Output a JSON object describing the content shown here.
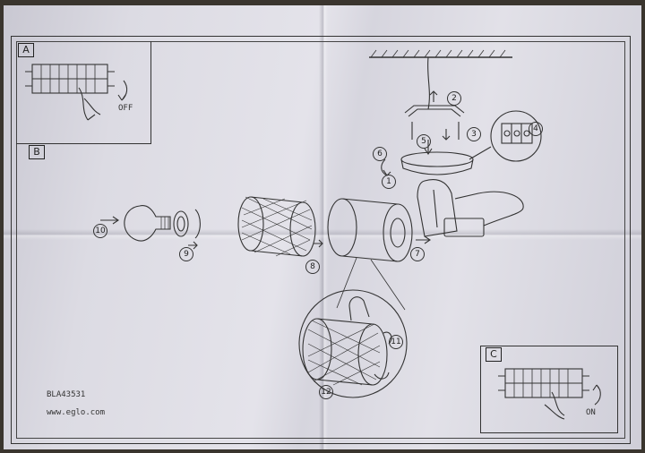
{
  "panels": {
    "a_label": "A",
    "b_label": "B",
    "c_label": "C",
    "off_text": "OFF",
    "on_text": "ON"
  },
  "footer": {
    "code": "BLA43531",
    "url": "www.eglo.com"
  },
  "step_numbers": [
    "1",
    "2",
    "3",
    "4",
    "5",
    "6",
    "7",
    "8",
    "9",
    "10",
    "11",
    "12"
  ]
}
